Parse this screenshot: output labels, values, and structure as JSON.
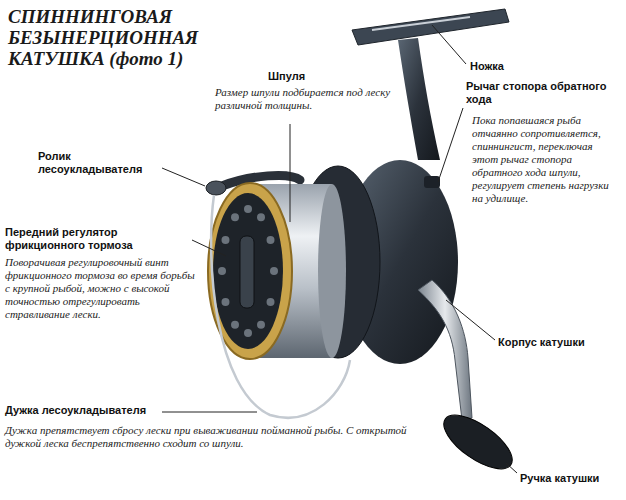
{
  "diagram": {
    "title": "СПИННИНГОВАЯ БЕЗЫНЕРЦИОННАЯ КАТУШКА (фото 1)",
    "labels": [
      "Ножка",
      "Шпуля",
      "Размер шпули подбирается под леску различной толщины.",
      "Ролик лесоукладывателя",
      "Рычаг стопора обратного хода",
      "Пока попавшаяся рыба отчаянно сопротивляется, спиннингист, переключая этот рычаг стопора обратного хода шпули, регулирует степень нагрузки на удилище.",
      "Передний регулятор фрикционного тормоза",
      "Поворачивая регулировочный винт фрикционного тормоза во время борьбы с крупной рыбой, можно с высокой точностью отрегулировать стравливание лески.",
      "Корпус катушки",
      "Дужка лесоукладывателя",
      "Дужка препятствует сбросу лески при вываживании пойманной рыбы. С открытой дужкой леска беспрепятственно сходит со шпули.",
      "Ручка катушки"
    ]
  }
}
